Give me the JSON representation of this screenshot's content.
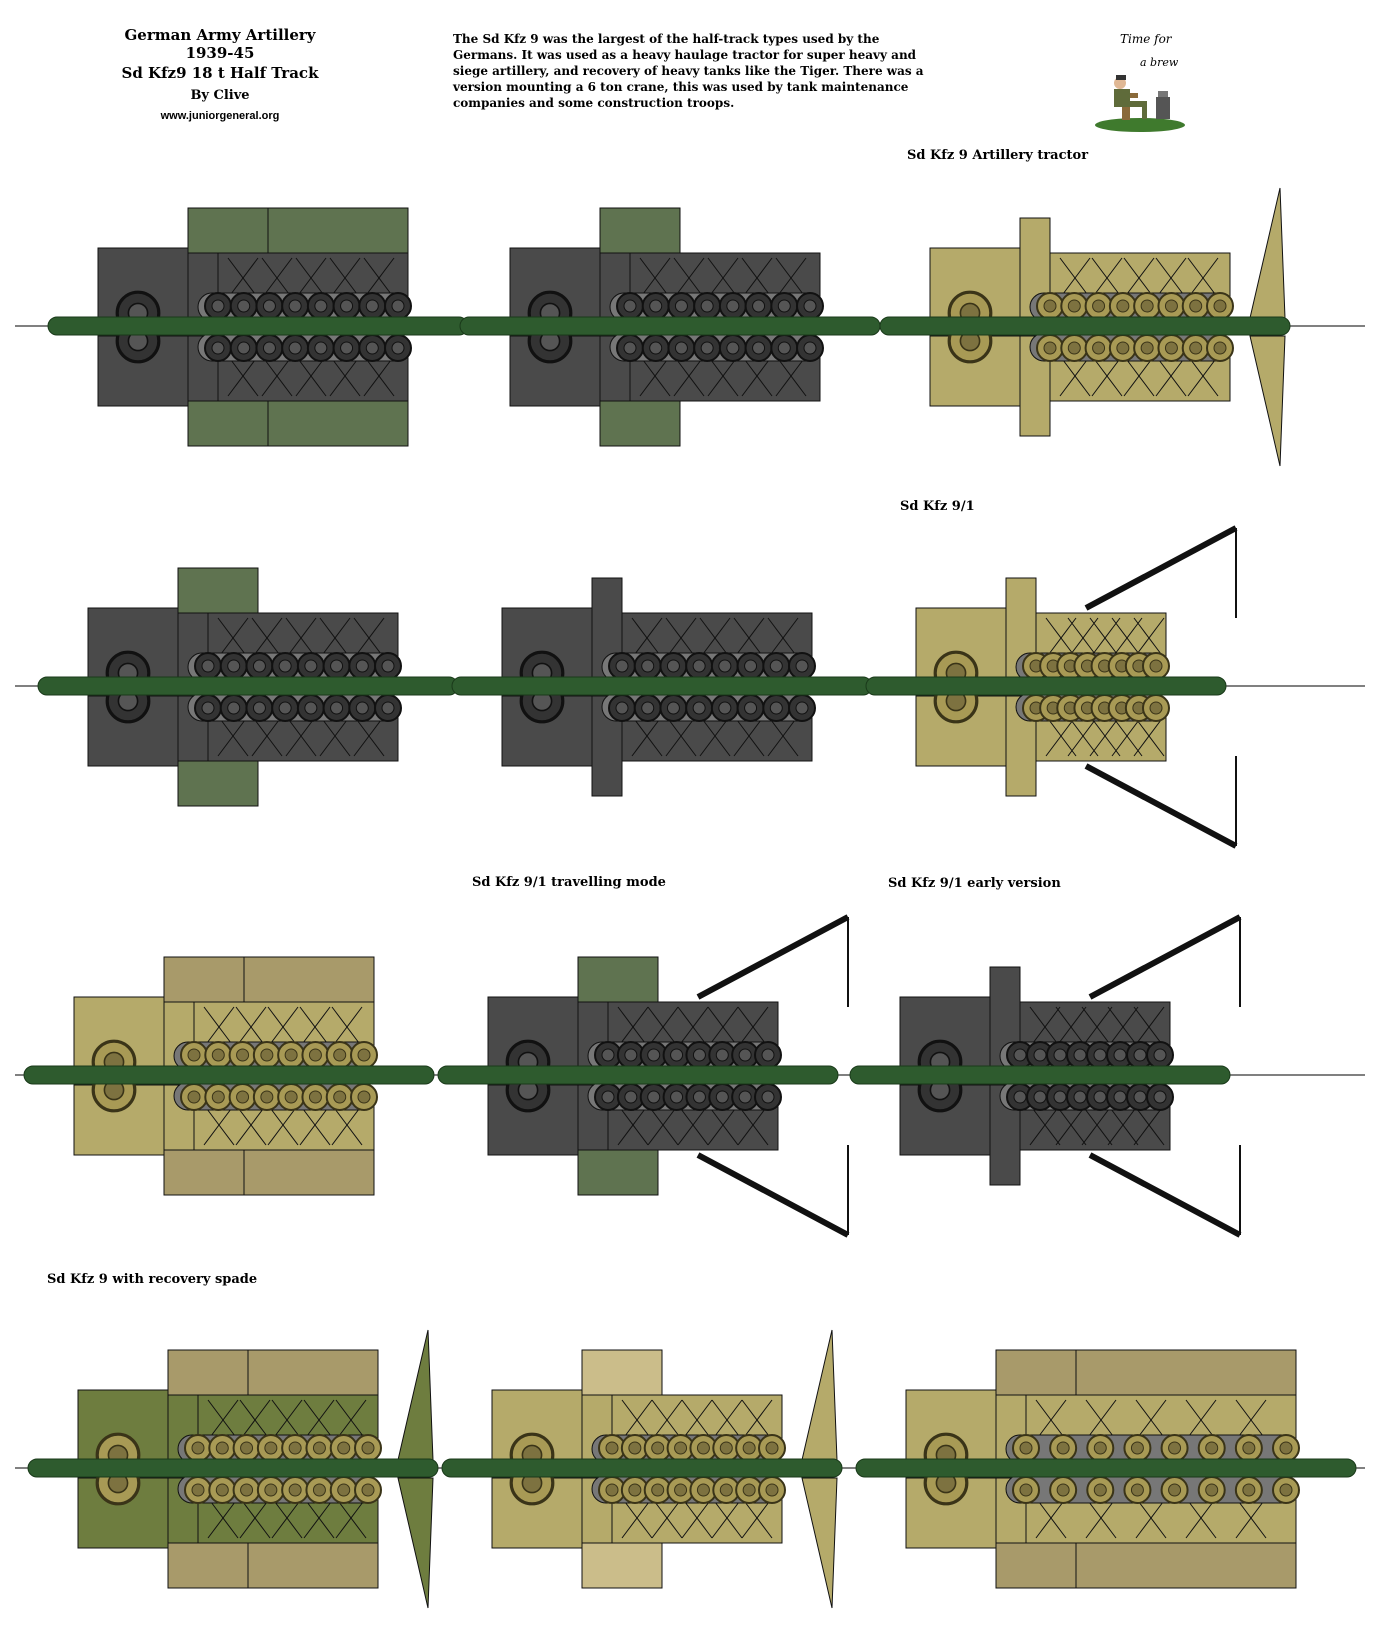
{
  "header": {
    "line1": "German Army Artillery",
    "line2": "1939-45",
    "line3": "Sd Kfz9   18 t Half Track",
    "author": "By Clive",
    "website": "www.juniorgeneral.org"
  },
  "description": "The Sd Kfz 9 was the largest of the half-track types used by the Germans. It was used as a heavy haulage tractor for super heavy and siege artillery, and recovery of heavy tanks like the Tiger. There was a version mounting a 6 ton crane, this was used by tank maintenance companies and some construction troops.",
  "brew": {
    "line1": "Time for",
    "line2": "a brew"
  },
  "captions": {
    "artillery_tractor": "Sd Kfz 9 Artillery tractor",
    "sdkfz91": "Sd Kfz 9/1",
    "travelling": "Sd Kfz 9/1  travelling mode",
    "early": "Sd Kfz 9/1  early version",
    "spade": "Sd Kfz 9 with recovery spade"
  },
  "colors": {
    "grey": "#4a4a4a",
    "green_canvas": "#5f7350",
    "yellow": "#b5aa6a",
    "base_green": "#2e5b2e",
    "camo": "#6e7d3f"
  }
}
